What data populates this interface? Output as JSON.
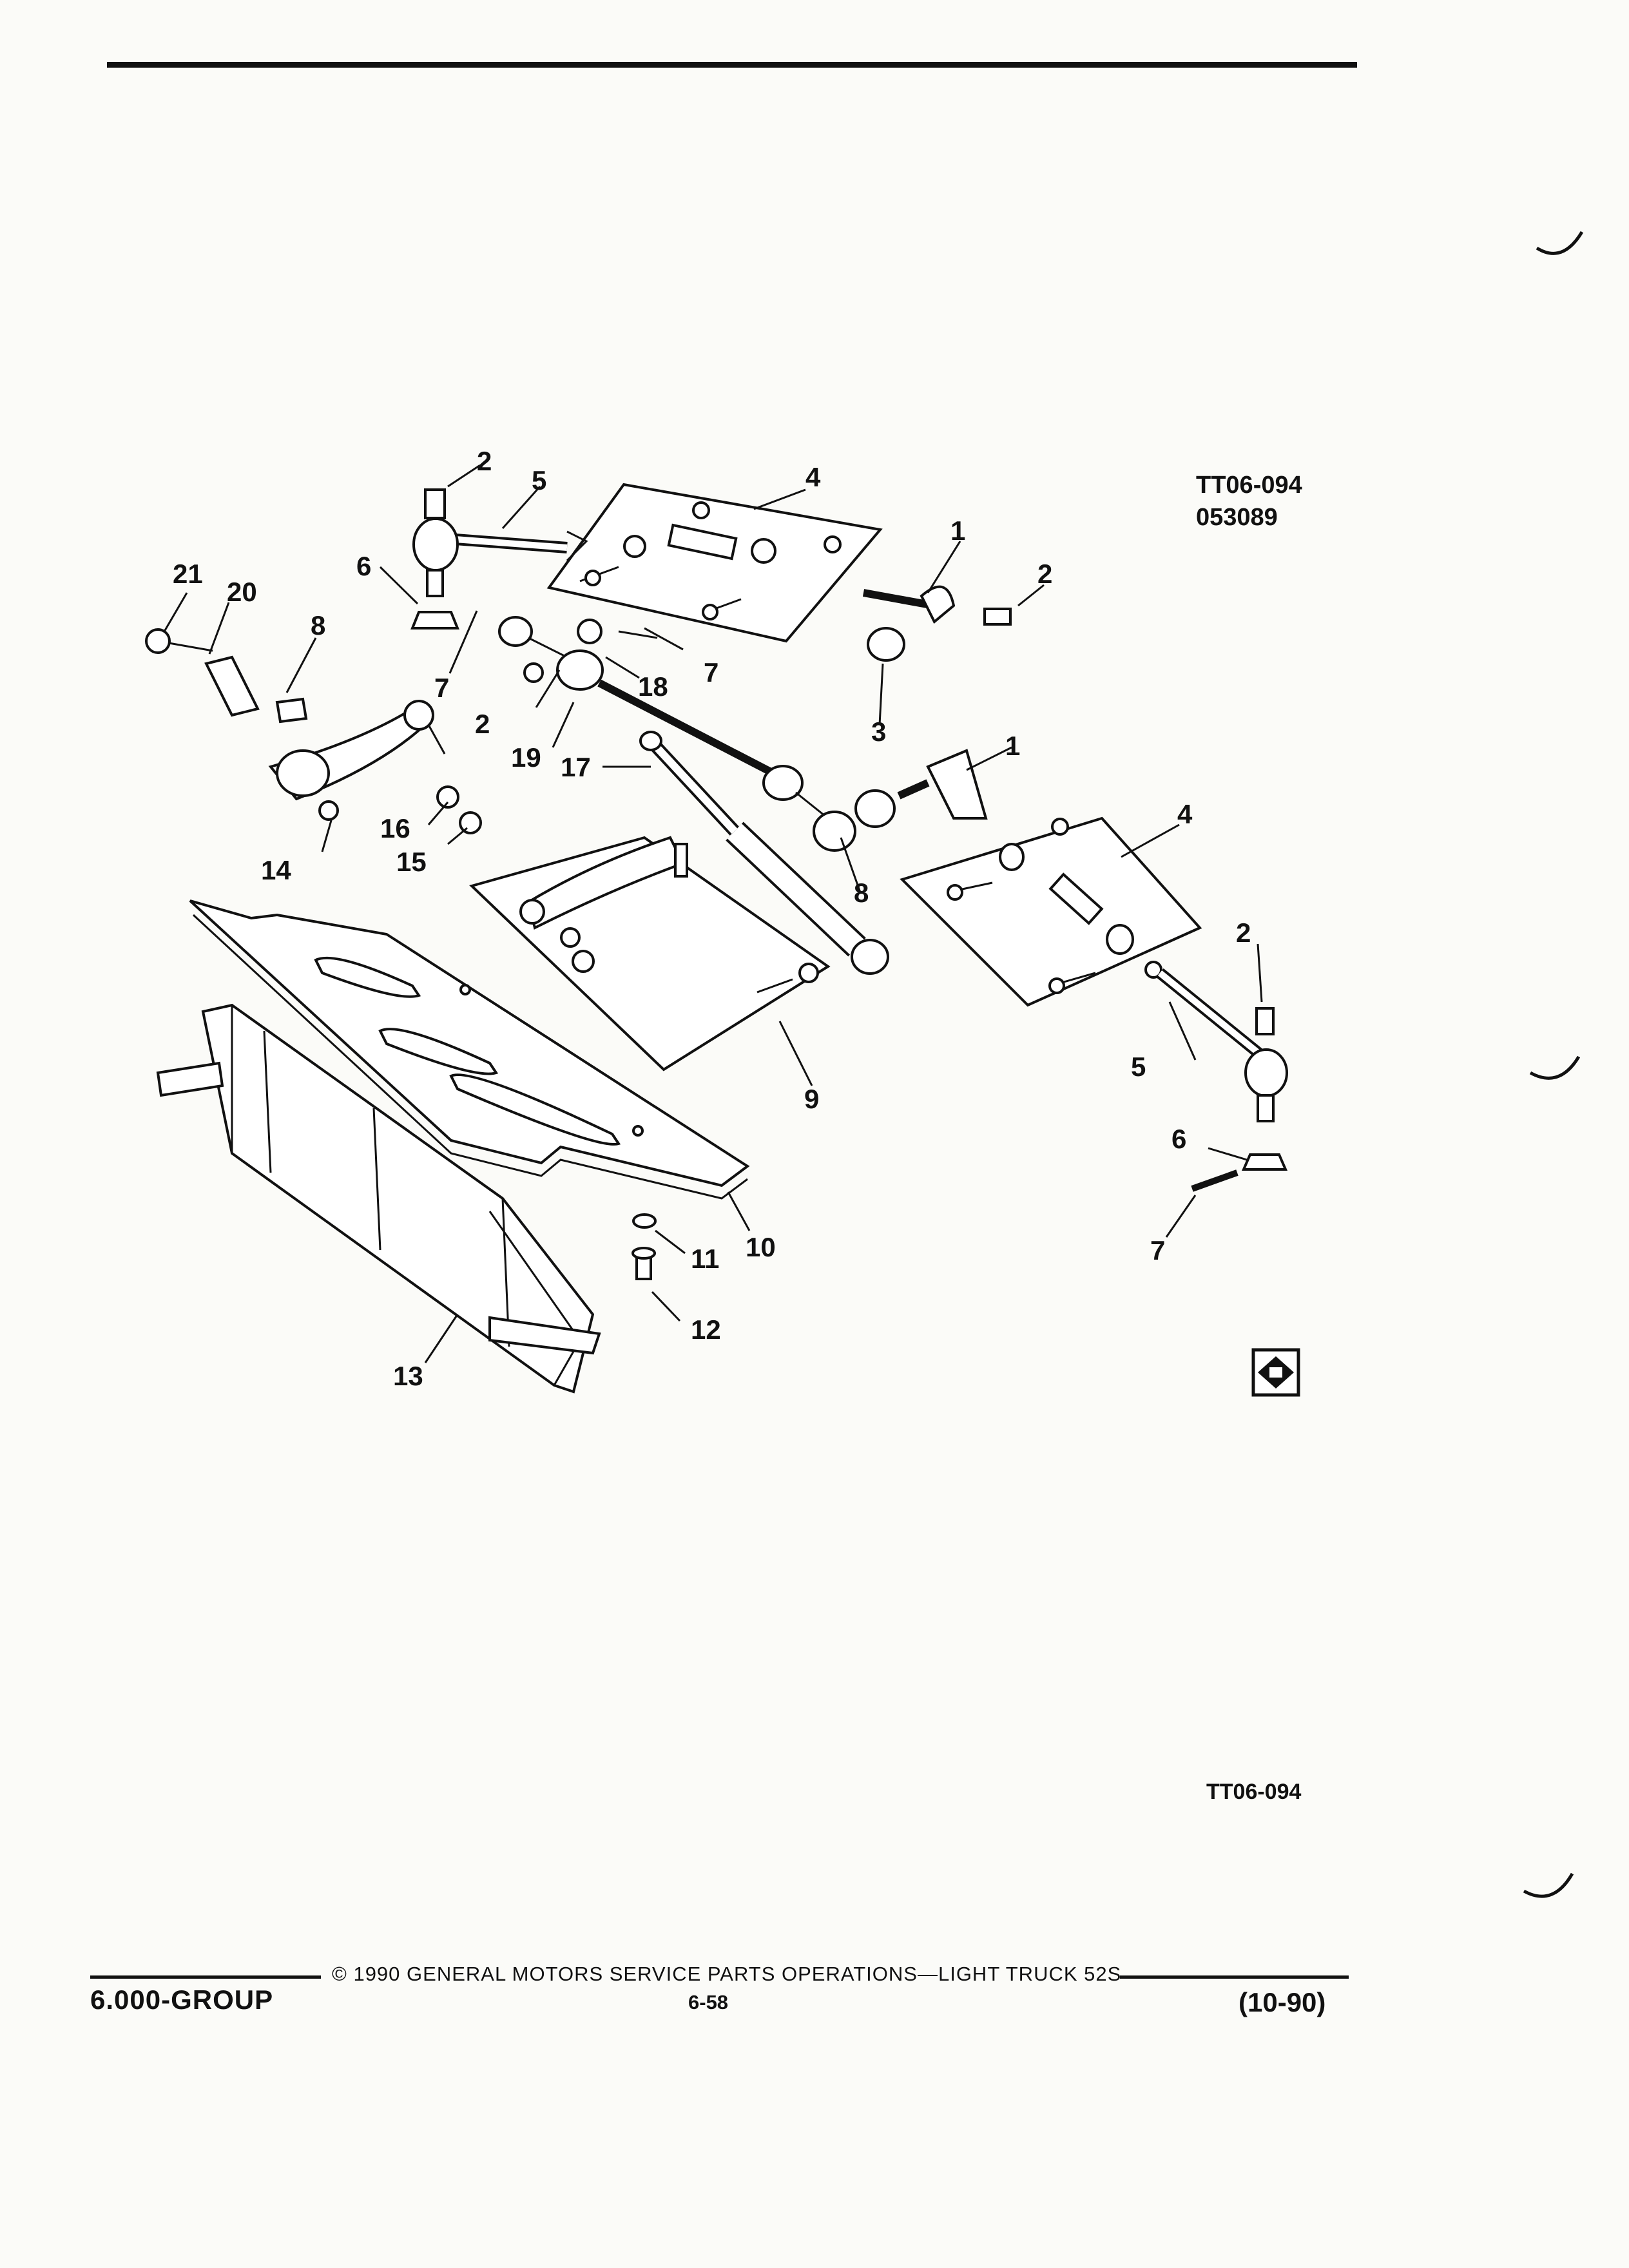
{
  "header": {
    "diagram_code": "TT06-094",
    "diagram_date": "053089"
  },
  "callouts": [
    "21",
    "20",
    "8",
    "2",
    "5",
    "6",
    "7",
    "4",
    "1",
    "2",
    "7",
    "18",
    "2",
    "19",
    "17",
    "3",
    "1",
    "4",
    "16",
    "15",
    "14",
    "8",
    "9",
    "2",
    "5",
    "6",
    "7",
    "10",
    "11",
    "12",
    "13"
  ],
  "figure_code_bottom": "TT06-094",
  "footer": {
    "group": "6.000-GROUP",
    "copyright": "© 1990 GENERAL MOTORS SERVICE PARTS OPERATIONS—LIGHT TRUCK 52S",
    "page": "6-58",
    "date": "(10-90)"
  },
  "colors": {
    "ink": "#111111",
    "paper": "#fbfbf8"
  }
}
